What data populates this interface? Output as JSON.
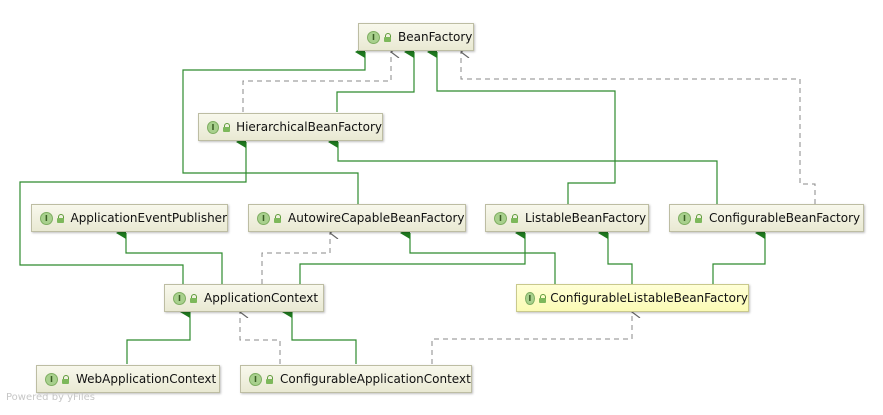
{
  "nodes": {
    "bean_factory": "BeanFactory",
    "hierarchical_bean_factory": "HierarchicalBeanFactory",
    "application_event_publisher": "ApplicationEventPublisher",
    "autowire_capable_bean_factory": "AutowireCapableBeanFactory",
    "listable_bean_factory": "ListableBeanFactory",
    "configurable_bean_factory": "ConfigurableBeanFactory",
    "application_context": "ApplicationContext",
    "configurable_listable_bean_factory": "ConfigurableListableBeanFactory",
    "web_application_context": "WebApplicationContext",
    "configurable_application_context": "ConfigurableApplicationContext"
  },
  "interface_badge": "I",
  "watermark": "Powered by yFiles",
  "colors": {
    "extends_edge": "#2e7d32",
    "dependency_edge": "#888888",
    "highlight_node": "#fbfbb5"
  }
}
